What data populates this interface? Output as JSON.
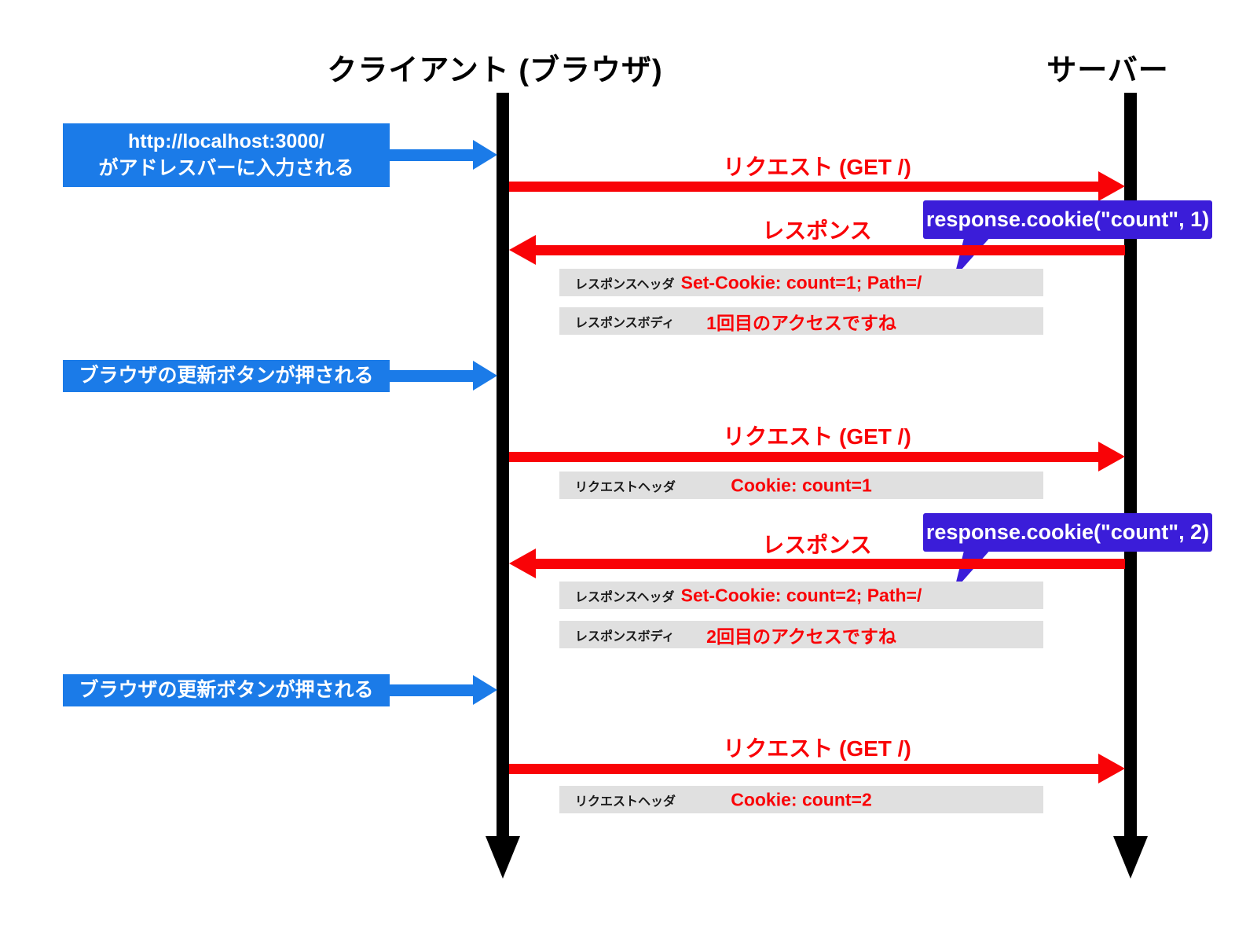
{
  "colors": {
    "blue": "#1b7be8",
    "red": "#f90307",
    "purple": "#3b1dd9",
    "gray": "#e0e0e0",
    "lifeline": "#000000"
  },
  "actors": {
    "client": "クライアント (ブラウザ)",
    "server": "サーバー"
  },
  "client_notes": [
    {
      "lines": [
        "http://localhost:3000/",
        "がアドレスバーに入力される"
      ]
    },
    {
      "lines": [
        "ブラウザの更新ボタンが押される"
      ]
    },
    {
      "lines": [
        "ブラウザの更新ボタンが押される"
      ]
    }
  ],
  "messages": [
    {
      "type": "request",
      "direction": "right",
      "label": "リクエスト (GET /)"
    },
    {
      "type": "response",
      "direction": "left",
      "label": "レスポンス"
    },
    {
      "type": "request",
      "direction": "right",
      "label": "リクエスト (GET /)"
    },
    {
      "type": "response",
      "direction": "left",
      "label": "レスポンス"
    },
    {
      "type": "request",
      "direction": "right",
      "label": "リクエスト (GET /)"
    }
  ],
  "callouts": [
    {
      "code": "response.cookie(\"count\", 1)"
    },
    {
      "code": "response.cookie(\"count\", 2)"
    }
  ],
  "detail_boxes": [
    {
      "label": "レスポンスヘッダ",
      "value": "Set-Cookie: count=1; Path=/"
    },
    {
      "label": "レスポンスボディ",
      "value": "1回目のアクセスですね"
    },
    {
      "label": "リクエストヘッダ",
      "value": "Cookie: count=1"
    },
    {
      "label": "レスポンスヘッダ",
      "value": "Set-Cookie: count=2; Path=/"
    },
    {
      "label": "レスポンスボディ",
      "value": "2回目のアクセスですね"
    },
    {
      "label": "リクエストヘッダ",
      "value": "Cookie: count=2"
    }
  ]
}
